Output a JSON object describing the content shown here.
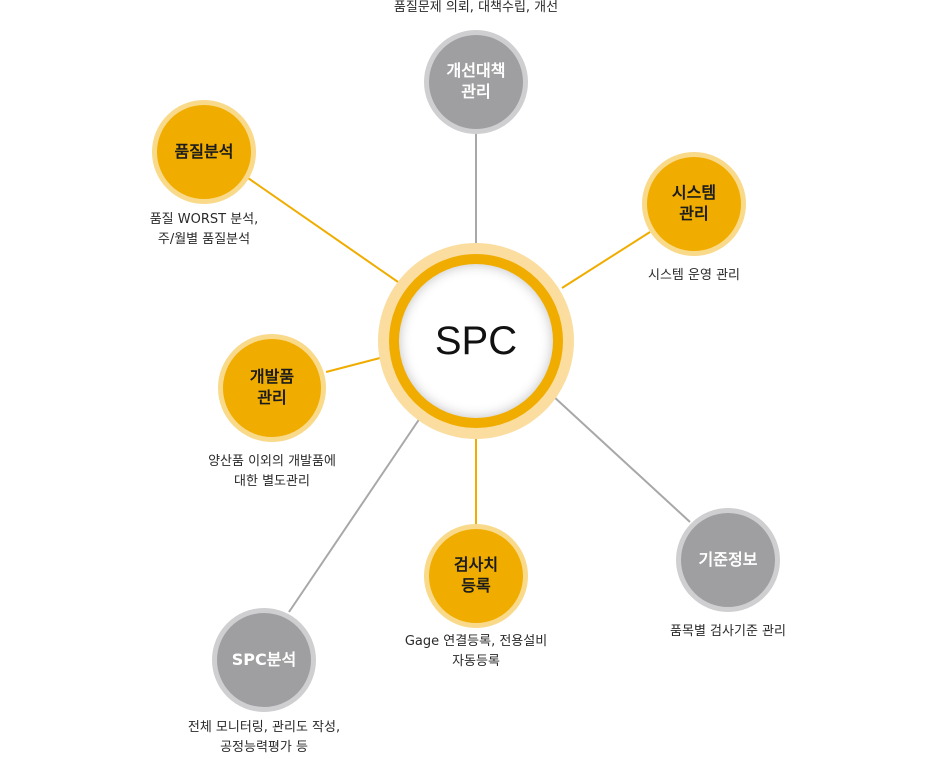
{
  "colors": {
    "orange": "#f0ad00",
    "orange_ring": "#f9d98a",
    "gray": "#9f9fa2",
    "gray_ring": "#cfcfd1",
    "line_orange": "#f0ad00",
    "line_gray": "#a8a8aa"
  },
  "center": {
    "label": "SPC"
  },
  "nodes": {
    "improvement": {
      "label": "개선대책\n관리",
      "desc": "품질문제 의뢰, 대책수립, 개선",
      "style": "gray"
    },
    "quality_analysis": {
      "label": "품질분석",
      "desc": "품질 WORST 분석,\n주/월별 품질분석",
      "style": "orange"
    },
    "system": {
      "label": "시스템\n관리",
      "desc": "시스템 운영 관리",
      "style": "orange"
    },
    "dev_product": {
      "label": "개발품\n관리",
      "desc": "양산품 이외의 개발품에\n대한 별도관리",
      "style": "orange"
    },
    "inspection": {
      "label": "검사치\n등록",
      "desc": "Gage 연결등록, 전용설비\n자동등록",
      "style": "orange"
    },
    "standard_info": {
      "label": "기준정보",
      "desc": "품목별 검사기준 관리",
      "style": "gray"
    },
    "spc_analysis": {
      "label": "SPC분석",
      "desc": "전체 모니터링, 관리도 작성,\n공정능력평가 등",
      "style": "gray"
    }
  }
}
